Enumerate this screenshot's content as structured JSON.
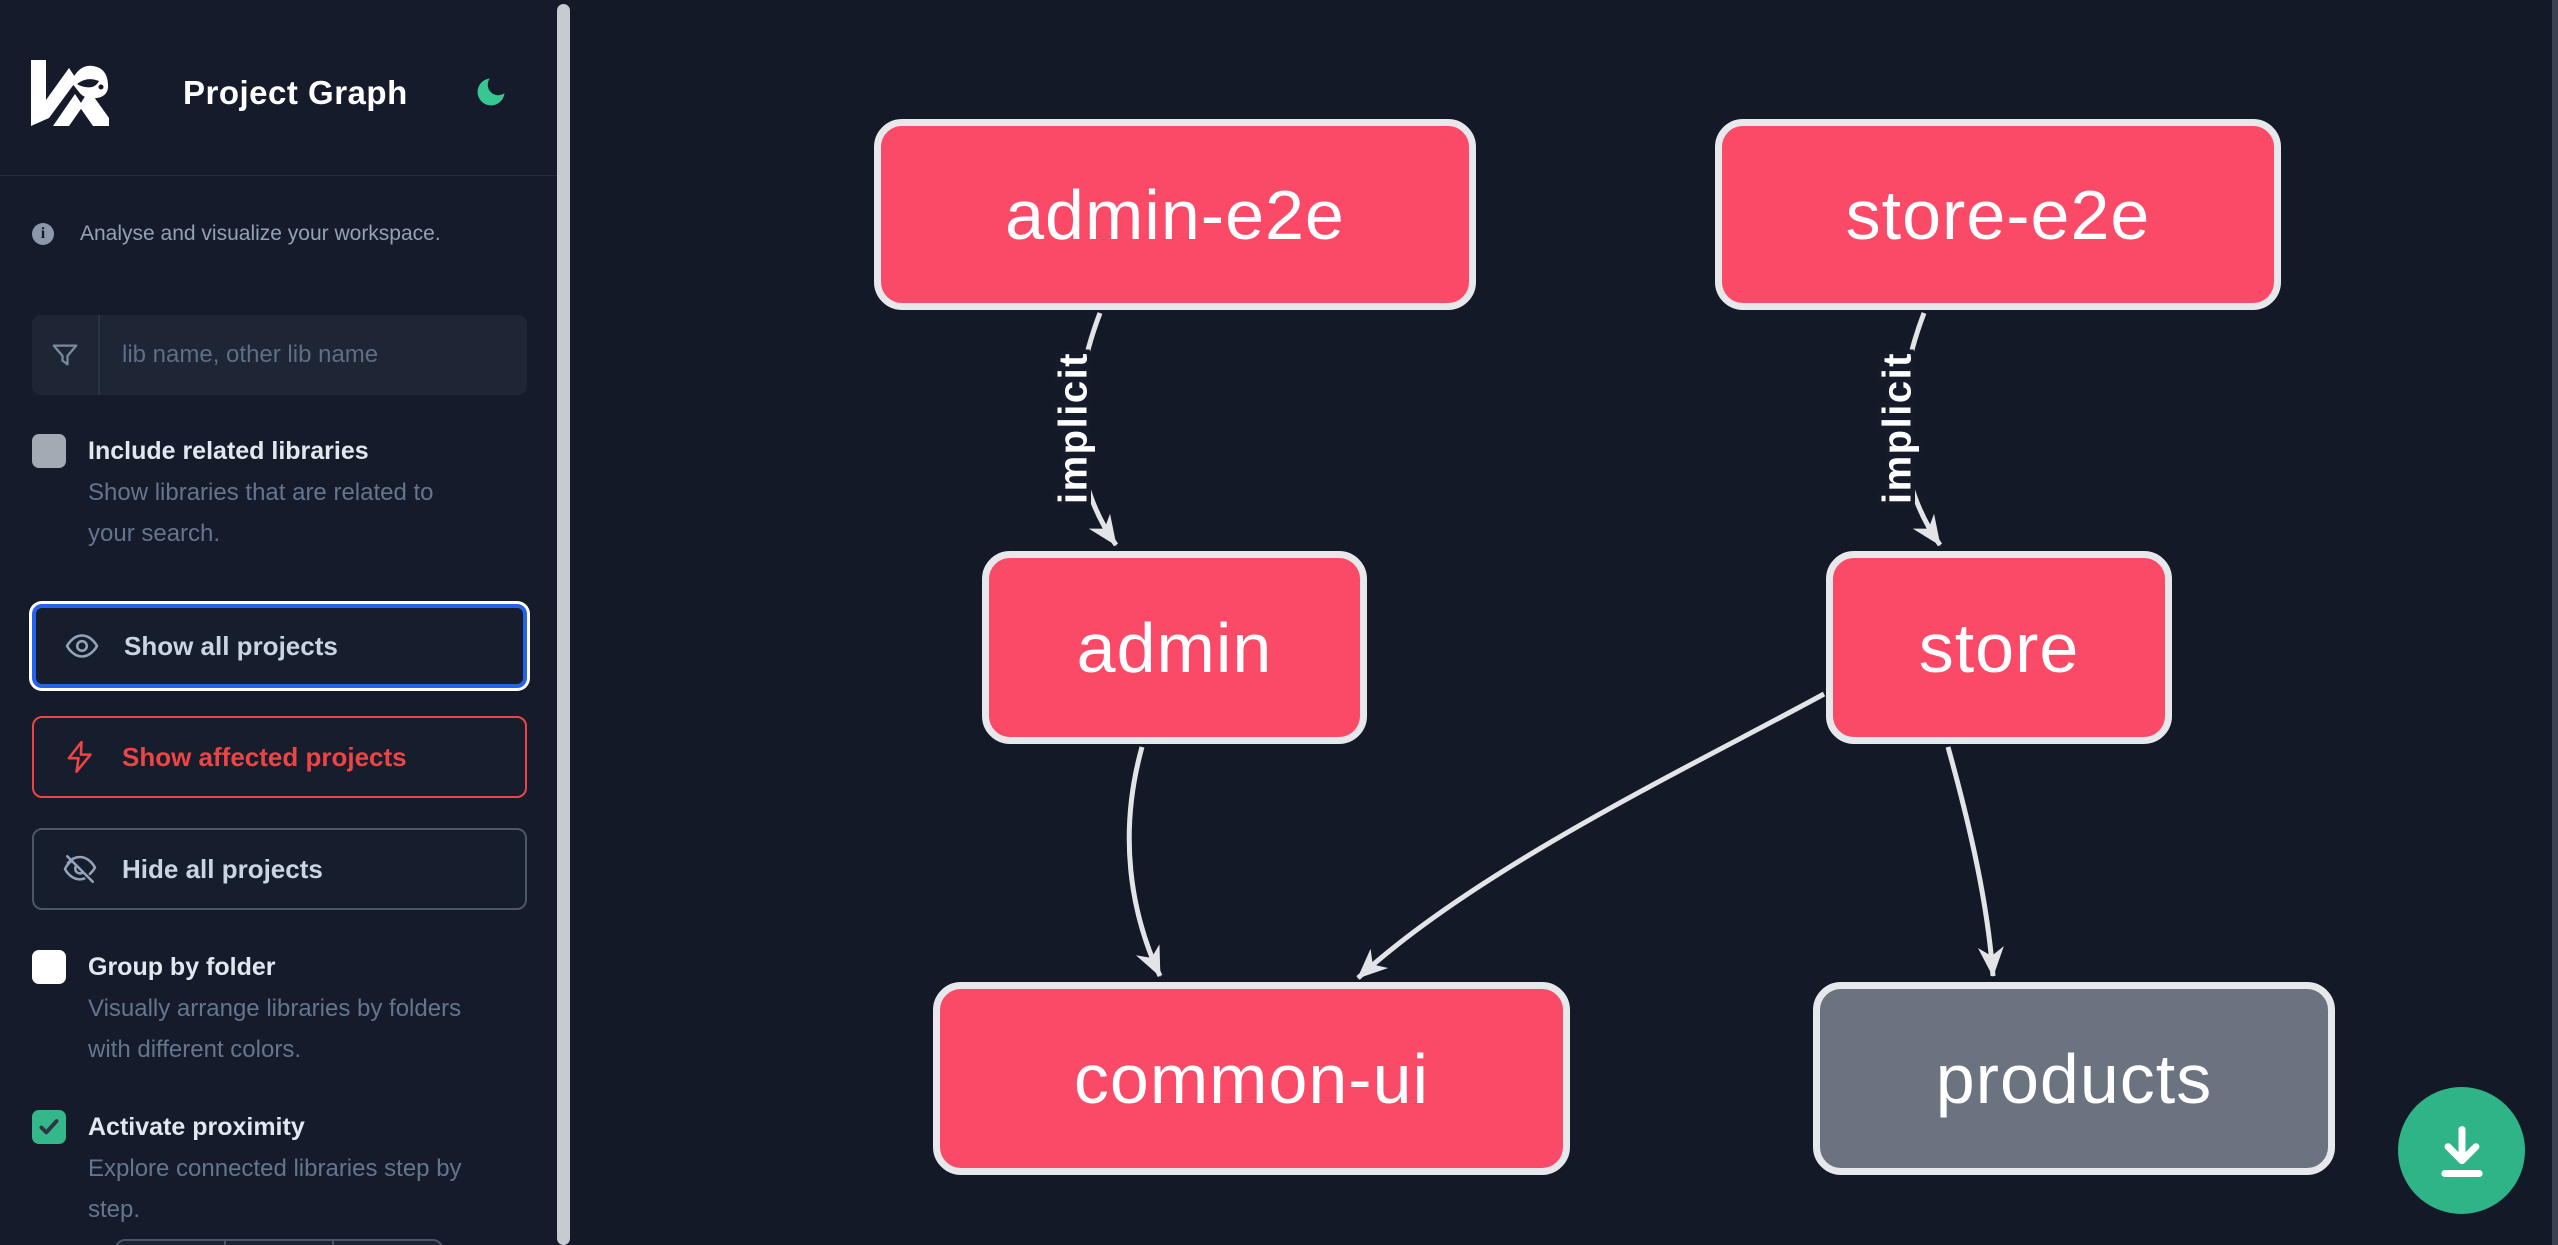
{
  "header": {
    "logo": "nx-logo",
    "title": "Project Graph",
    "theme_toggle_icon": "moon"
  },
  "sidebar": {
    "tagline": "Analyse and visualize your workspace.",
    "filter_input": {
      "value": "",
      "placeholder": "lib name, other lib name"
    },
    "checkboxes": [
      {
        "label": "Include related libraries",
        "description": "Show libraries that are related to your search.",
        "checked": false
      },
      {
        "label": "Group by folder",
        "description": "Visually arrange libraries by folders with different colors.",
        "checked": false
      },
      {
        "label": "Activate proximity",
        "description": "Explore connected libraries step by step.",
        "checked": true
      }
    ],
    "buttons": [
      {
        "label": "Show all projects",
        "icon": "eye-icon",
        "state": "focused"
      },
      {
        "label": "Show affected projects",
        "icon": "lightning-icon",
        "state": "affected"
      },
      {
        "label": "Hide all projects",
        "icon": "eye-off-icon",
        "state": "default"
      }
    ]
  },
  "graph": {
    "nodes": [
      {
        "id": "admin-e2e",
        "kind": "affected"
      },
      {
        "id": "store-e2e",
        "kind": "affected"
      },
      {
        "id": "admin",
        "kind": "affected"
      },
      {
        "id": "store",
        "kind": "affected"
      },
      {
        "id": "common-ui",
        "kind": "affected"
      },
      {
        "id": "products",
        "kind": "unaffected"
      }
    ],
    "edges": [
      {
        "source": "admin-e2e",
        "target": "admin",
        "label": "implicit"
      },
      {
        "source": "store-e2e",
        "target": "store",
        "label": "implicit"
      },
      {
        "source": "admin",
        "target": "common-ui",
        "label": ""
      },
      {
        "source": "store",
        "target": "common-ui",
        "label": ""
      },
      {
        "source": "store",
        "target": "products",
        "label": ""
      }
    ]
  },
  "fab": {
    "icon": "download-icon"
  },
  "colors": {
    "affected_node": "#fb4a67",
    "unaffected_node": "#6b7280",
    "edge": "#e3e4e8",
    "accent_green": "#2fb487",
    "focus_blue": "#2563eb",
    "affected_red": "#ef4444"
  }
}
